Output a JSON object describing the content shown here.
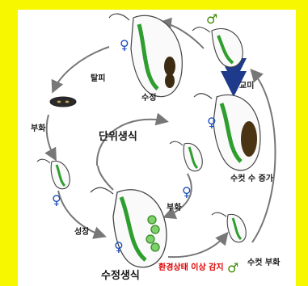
{
  "labels": {
    "molt": "탈피",
    "fertilization": "수정",
    "hatch_left": "부화",
    "parthenogenesis": "단위생식",
    "mating": "교미",
    "male_increase": "수컷 수 증가",
    "hatch_inner": "부화",
    "growth": "성장",
    "sexual_reproduction": "수정생식",
    "env_change": "환경상태 이상 감지",
    "male_hatch": "수컷 부화"
  },
  "symbols": {
    "female": "♀",
    "male": "♂"
  },
  "colors": {
    "frame": "#f7f700",
    "arrow": "#777777",
    "gut": "#2e9e2e",
    "egg": "#3c2a12",
    "female": "#1e4fb8",
    "male": "#3d8a00",
    "alert": "#e00000"
  }
}
